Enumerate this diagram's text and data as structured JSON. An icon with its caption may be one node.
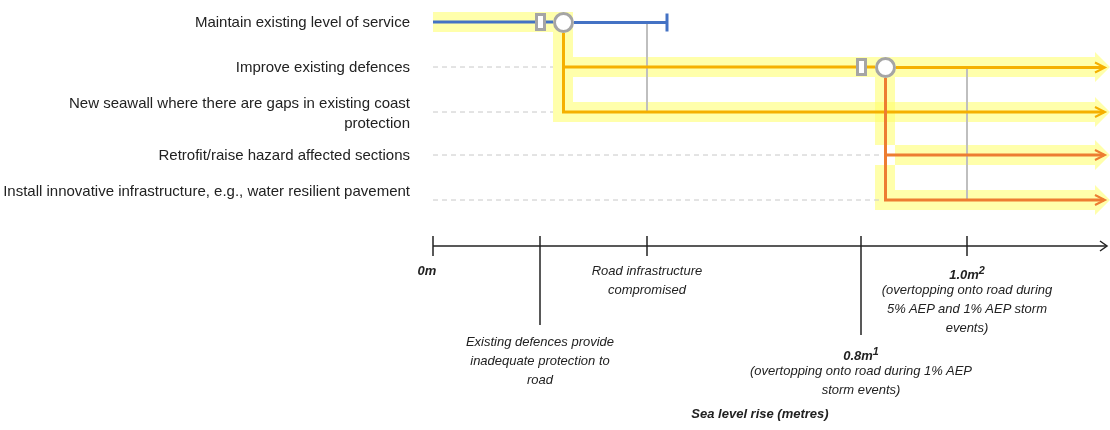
{
  "diagram": {
    "nodes": [
      {
        "text": [],
        "shape": "box"
      },
      {
        "text": [],
        "shape": "circle"
      },
      {
        "text": [],
        "shape": "box"
      },
      {
        "text": [],
        "shape": "circle"
      }
    ],
    "edges": [
      {
        "from": null,
        "to": 0,
        "arrow": "none",
        "color": "#4472c4"
      },
      {
        "from": 0,
        "to": 1,
        "arrow": "none",
        "color": "#4472c4"
      },
      {
        "from": 1,
        "to": null,
        "arrow": "other",
        "color": "#4472c4"
      },
      {
        "from": 1,
        "to": 2,
        "arrow": "none"
      },
      {
        "from": 2,
        "to": 3,
        "arrow": "none"
      },
      {
        "from": 3,
        "to": null,
        "arrow": "to"
      },
      {
        "from": 1,
        "to": null,
        "arrow": "to"
      },
      {
        "from": 3,
        "to": null,
        "arrow": "to",
        "color": "#ed7d31"
      },
      {
        "from": 3,
        "to": null,
        "arrow": "to",
        "color": "#ed7d31"
      }
    ],
    "labels": [
      "Maintain existing level of service",
      "Improve existing defences",
      "New seawall where there are gaps in existing coast protection",
      "Retrofit/raise hazard affected sections",
      "Install innovative infrastructure, e.g., water resilient pavement",
      "0m",
      "Road infrastructure compromised",
      "1.0m$^{2}$",
      "(overtopping onto road during 5% AEP and 1% AEP storm events)",
      "Existing defences provide inadequate protection to road",
      "0.8m$^{1}$",
      "(overtopping onto road during 1% AEP storm events)",
      "Sea level rise (metres)"
    ]
  }
}
